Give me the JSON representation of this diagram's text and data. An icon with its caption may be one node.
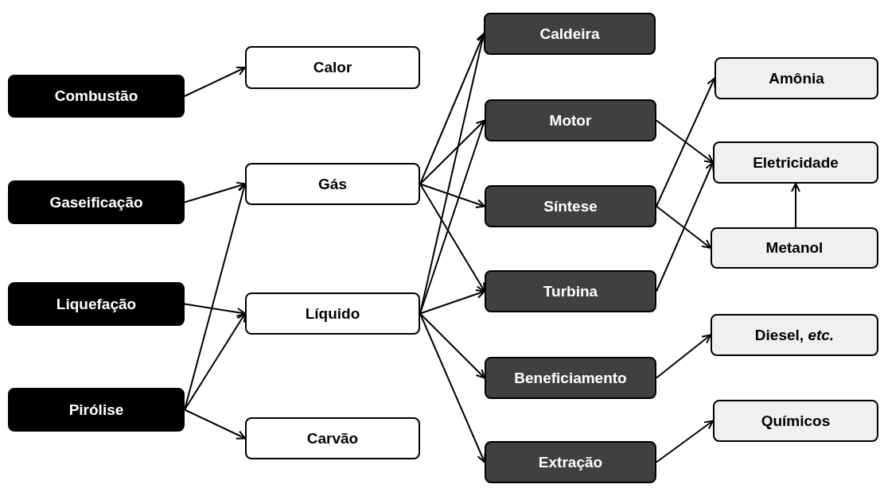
{
  "diagram": {
    "nodes": [
      {
        "text": [
          "Combustão"
        ]
      },
      {
        "text": [
          "Gaseificação"
        ]
      },
      {
        "text": [
          "Liquefação"
        ]
      },
      {
        "text": [
          "Pirólise"
        ]
      },
      {
        "text": [
          "Calor"
        ]
      },
      {
        "text": [
          "Gás"
        ]
      },
      {
        "text": [
          "Líquido"
        ]
      },
      {
        "text": [
          "Carvão"
        ]
      },
      {
        "text": [
          "Caldeira"
        ]
      },
      {
        "text": [
          "Motor"
        ]
      },
      {
        "text": [
          "Síntese"
        ]
      },
      {
        "text": [
          "Turbina"
        ]
      },
      {
        "text": [
          "Beneficiamento"
        ]
      },
      {
        "text": [
          "Extração"
        ]
      },
      {
        "text": [
          "Amônia"
        ]
      },
      {
        "text": [
          "Eletricidade"
        ]
      },
      {
        "text": [
          "Metanol"
        ]
      },
      {
        "text": [
          "Diesel, *etc.*"
        ]
      },
      {
        "text": [
          "Químicos"
        ]
      }
    ],
    "edges": [
      {
        "from": 0,
        "to": 4,
        "arrow": "to"
      },
      {
        "from": 1,
        "to": 5,
        "arrow": "to"
      },
      {
        "from": 2,
        "to": 6,
        "arrow": "to"
      },
      {
        "from": 3,
        "to": 5,
        "arrow": "to"
      },
      {
        "from": 3,
        "to": 6,
        "arrow": "to"
      },
      {
        "from": 3,
        "to": 7,
        "arrow": "to"
      },
      {
        "from": 5,
        "to": 8,
        "arrow": "to"
      },
      {
        "from": 5,
        "to": 9,
        "arrow": "to"
      },
      {
        "from": 5,
        "to": 10,
        "arrow": "to"
      },
      {
        "from": 5,
        "to": 11,
        "arrow": "to"
      },
      {
        "from": 6,
        "to": 8,
        "arrow": "to"
      },
      {
        "from": 6,
        "to": 9,
        "arrow": "to"
      },
      {
        "from": 6,
        "to": 11,
        "arrow": "to"
      },
      {
        "from": 6,
        "to": 12,
        "arrow": "to"
      },
      {
        "from": 6,
        "to": 13,
        "arrow": "to"
      },
      {
        "from": 9,
        "to": 15,
        "arrow": "to"
      },
      {
        "from": 10,
        "to": 14,
        "arrow": "to"
      },
      {
        "from": 10,
        "to": 16,
        "arrow": "to"
      },
      {
        "from": 11,
        "to": 15,
        "arrow": "to"
      },
      {
        "from": 16,
        "to": 15,
        "arrow": "to"
      },
      {
        "from": 12,
        "to": 17,
        "arrow": "to"
      },
      {
        "from": 13,
        "to": 18,
        "arrow": "to"
      }
    ]
  }
}
